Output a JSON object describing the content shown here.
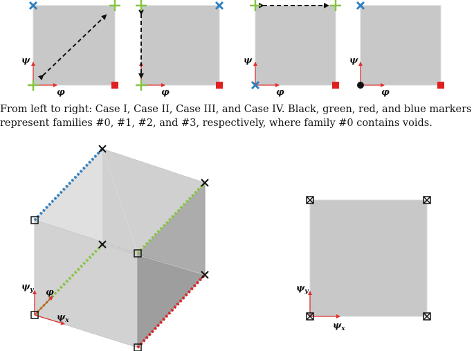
{
  "panels": [
    {
      "case": "Case I",
      "psi_label": "ψ",
      "phi_label": "φ"
    },
    {
      "case": "Case II",
      "psi_label": "ψ",
      "phi_label": "φ"
    },
    {
      "case": "Case III",
      "psi_label": "ψ",
      "phi_label": "φ"
    },
    {
      "case": "Case IV",
      "psi_label": "ψ",
      "phi_label": "φ"
    }
  ],
  "caption": {
    "line1": "From left to right: Case I, Case II, Case III, and Case IV. Black, green, red, and blue markers",
    "line2": "represent families #0, #1, #2, and #3, respectively, where family #0 contains voids."
  },
  "cube": {
    "psi_y_label": "ψ",
    "psi_y_sub": "y",
    "psi_x_label": "ψ",
    "psi_x_sub": "x",
    "phi_label": "φ"
  },
  "square": {
    "psi_y_label": "ψ",
    "psi_y_sub": "y",
    "psi_x_label": "ψ",
    "psi_x_sub": "x"
  },
  "colors": {
    "face": "#c8c8c8",
    "green": "#86c440",
    "blue": "#2f7fc0",
    "red": "#e02020",
    "axis": "#e03030",
    "black": "#111111"
  }
}
